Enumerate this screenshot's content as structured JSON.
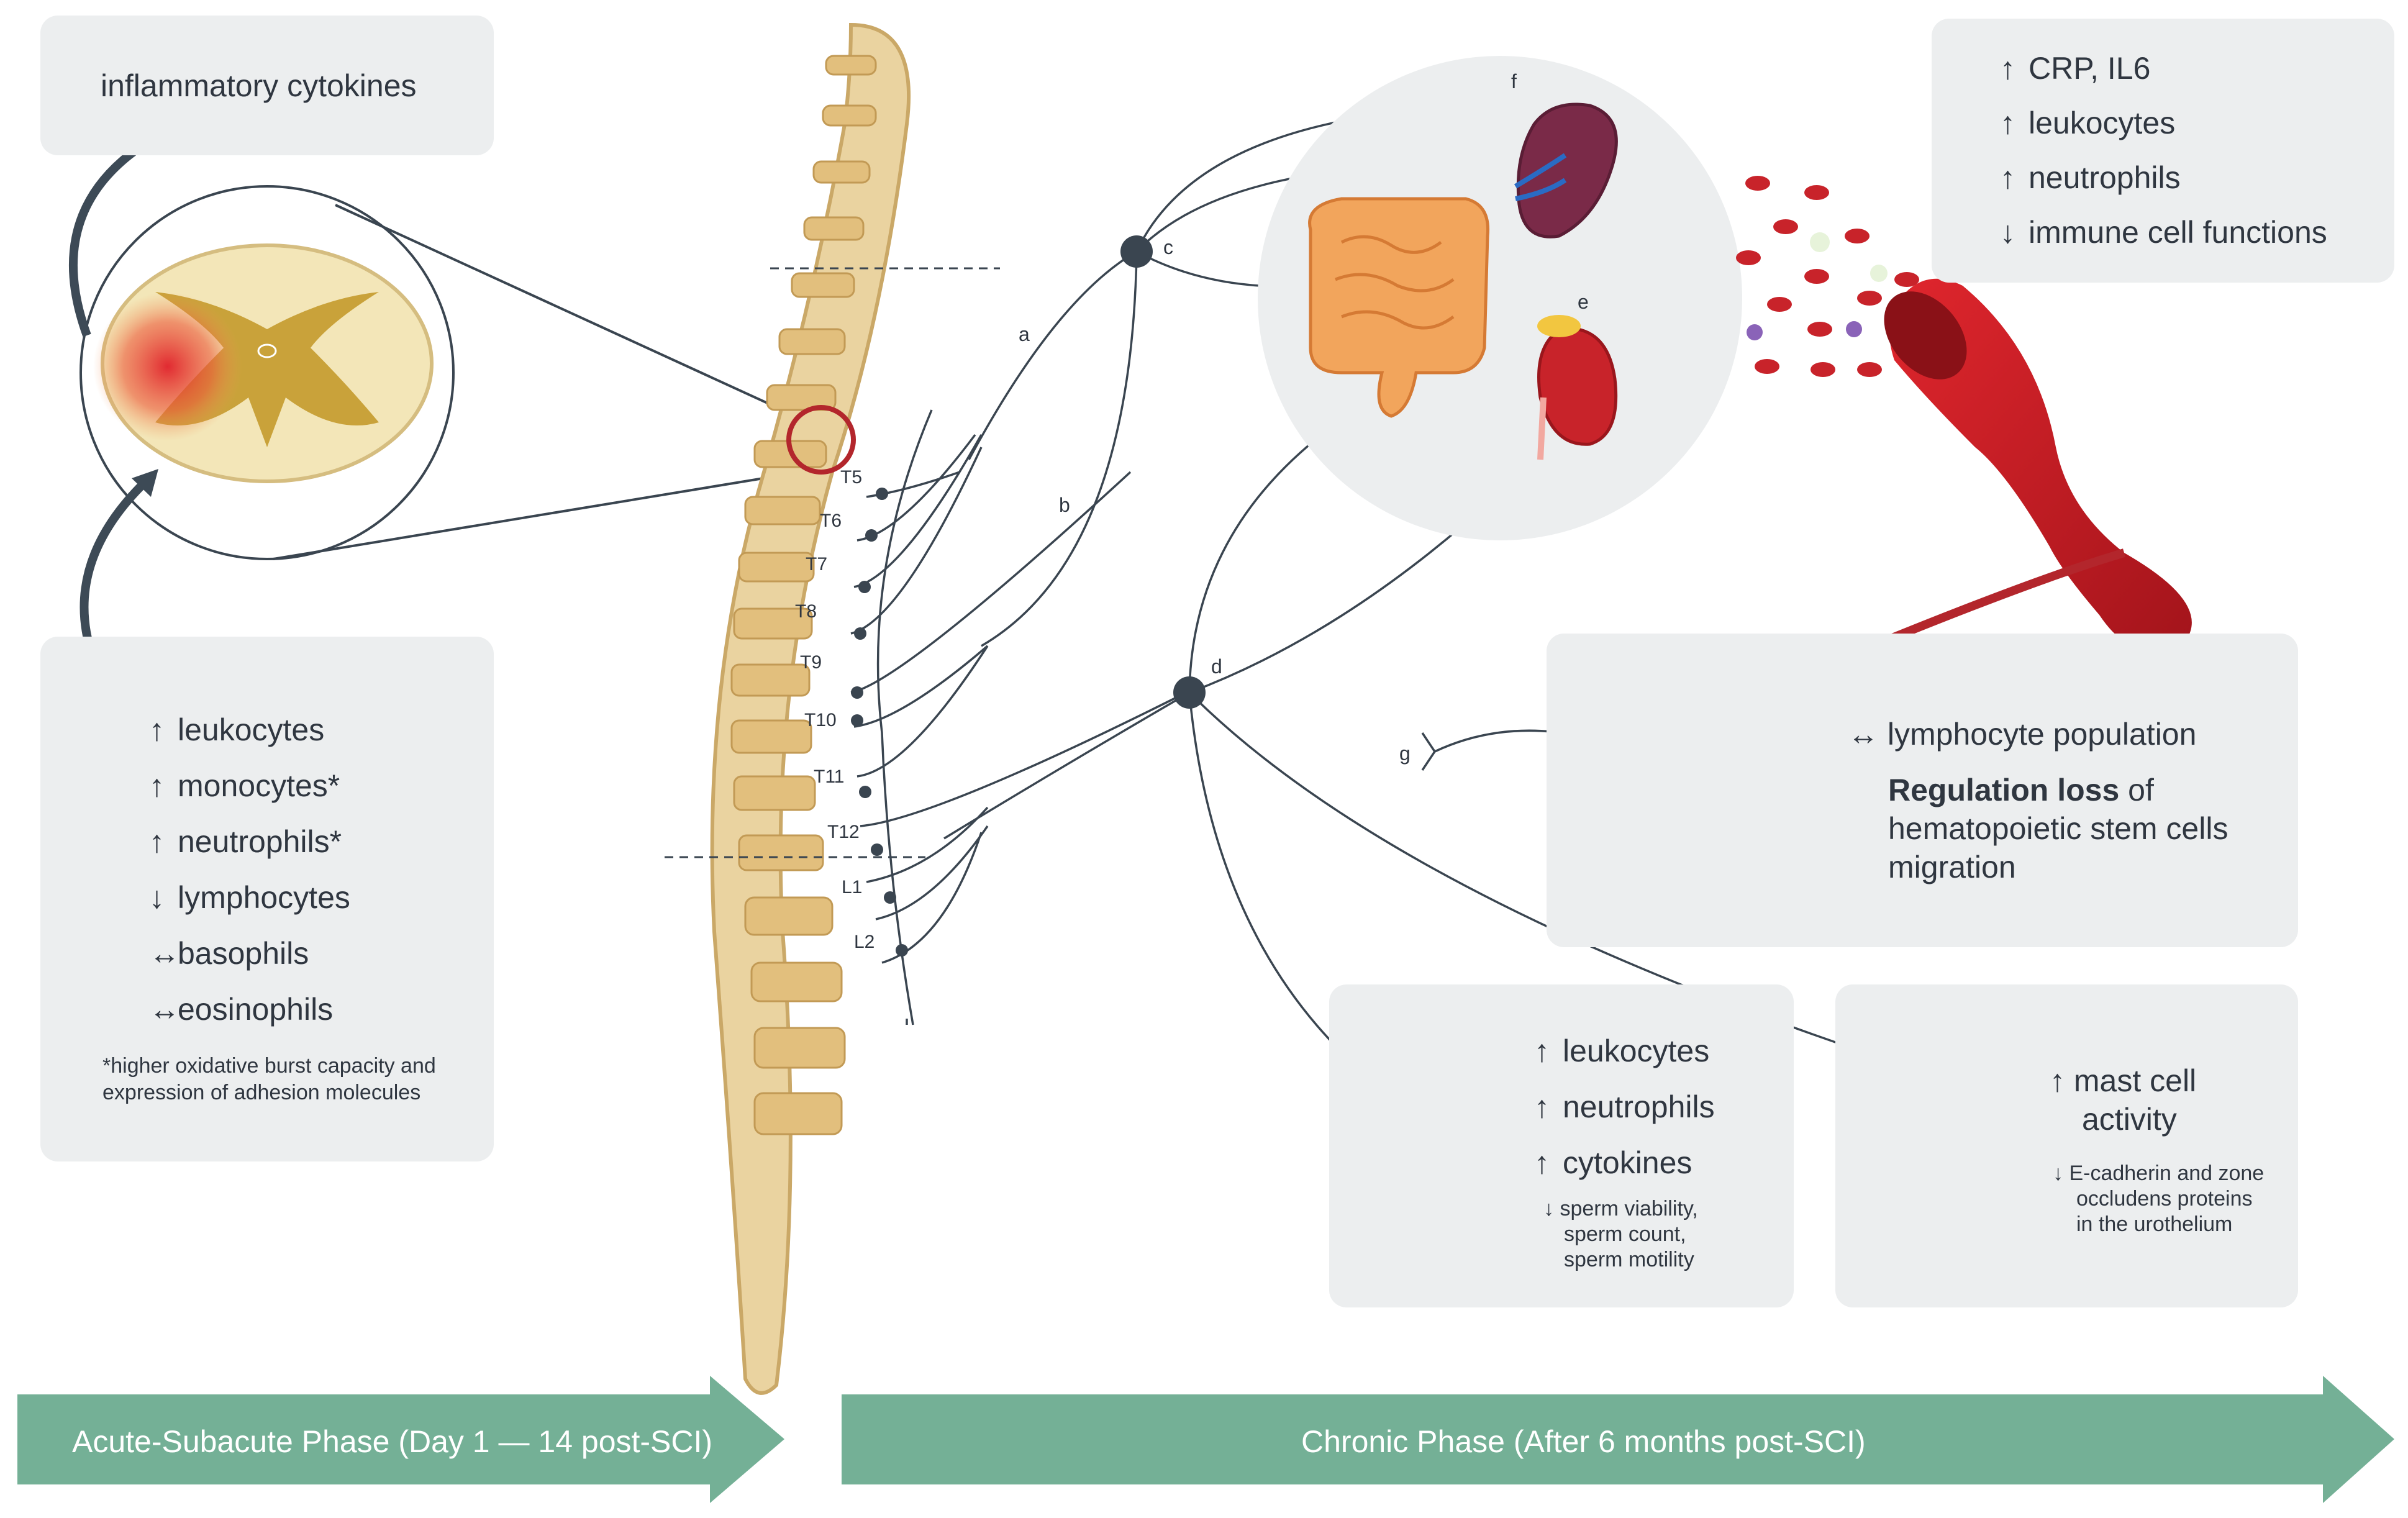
{
  "top_left_box": {
    "text": "inflammatory cytokines"
  },
  "left_box": {
    "items": [
      {
        "symbol": "↑",
        "text": "leukocytes"
      },
      {
        "symbol": "↑",
        "text": "monocytes*"
      },
      {
        "symbol": "↑",
        "text": "neutrophils*"
      },
      {
        "symbol": "↓",
        "text": "lymphocytes"
      },
      {
        "symbol": "↔",
        "text": "basophils"
      },
      {
        "symbol": "↔",
        "text": "eosinophils"
      }
    ],
    "footnote_line1": "*higher oxidative burst capacity and",
    "footnote_line2": "expression of adhesion molecules"
  },
  "top_right_box": {
    "items": [
      {
        "symbol": "↑",
        "text": "CRP, IL6"
      },
      {
        "symbol": "↑",
        "text": "leukocytes"
      },
      {
        "symbol": "↑",
        "text": "neutrophils"
      },
      {
        "symbol": "↓",
        "text": "immune cell functions"
      }
    ]
  },
  "bone_box": {
    "line1": "↔ lymphocyte population",
    "bold": "Regulation loss",
    "line2_rest": " of",
    "line3": "hematopoietic stem cells",
    "line4": "migration"
  },
  "testis_box": {
    "items": [
      {
        "symbol": "↑",
        "text": "leukocytes"
      },
      {
        "symbol": "↑",
        "text": "neutrophils"
      },
      {
        "symbol": "↑",
        "text": "cytokines"
      }
    ],
    "note_line1": "↓ sperm viability,",
    "note_line2": "sperm count,",
    "note_line3": "sperm motility"
  },
  "bladder_box": {
    "line1": "↑ mast cell",
    "line2": "activity",
    "note_line1": "↓ E-cadherin and zone",
    "note_line2": "occludens proteins",
    "note_line3": "in the urothelium"
  },
  "vertebra_levels": [
    "T5",
    "T6",
    "T7",
    "T8",
    "T9",
    "T10",
    "T11",
    "T12",
    "L1",
    "L2"
  ],
  "nerve_letters": {
    "a": "a",
    "b": "b",
    "c": "c",
    "d": "d",
    "e": "e",
    "f": "f",
    "g": "g"
  },
  "phases": {
    "acute": "Acute-Subacute Phase (Day 1 — 14 post-SCI)",
    "chronic": "Chronic Phase (After 6 months post-SCI)"
  },
  "colors": {
    "panel": "#eceeef",
    "arrow": "#74b096",
    "blood": "#c8232a",
    "bone": "#e8c98f"
  }
}
